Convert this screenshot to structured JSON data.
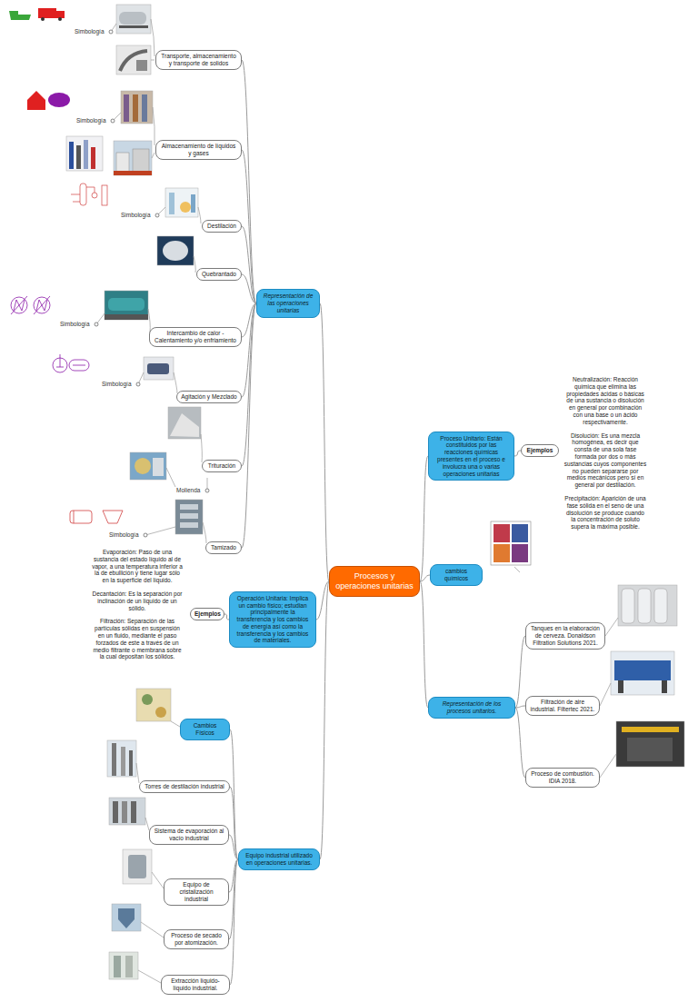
{
  "diagram": {
    "nodes": [
      {
        "text": [
          "Procesos y operaciones unitarias"
        ]
      },
      {
        "text": [
          "Representación de las operaciones unitarias"
        ]
      },
      {
        "text": [
          "Transporte, almacenamiento y transporte de solidos"
        ]
      },
      {
        "text": [
          "Almacenamiento de líquidos y gases"
        ]
      },
      {
        "text": [
          "Destilación"
        ]
      },
      {
        "text": [
          "Quebrantado"
        ]
      },
      {
        "text": [
          "Intercambio de calor - Calentamiento y/o enfriamiento"
        ]
      },
      {
        "text": [
          "Agitación y Mezclado"
        ]
      },
      {
        "text": [
          "Trituración"
        ]
      },
      {
        "text": [
          "Tamizado"
        ]
      },
      {
        "text": [
          "Operación Unitaria: Implica un cambio físico; estudian principalmente la transferencia y los cambios de energía así como la transferencia y los cambios de materiales."
        ]
      },
      {
        "text": [
          "Ejemplos"
        ]
      },
      {
        "text": [
          "Equipo industrial utilizado en operaciones unitarias."
        ]
      },
      {
        "text": [
          "Cambios Físicos"
        ]
      },
      {
        "text": [
          "Torres de destilación industrial"
        ]
      },
      {
        "text": [
          "Sistema de evaporación al vacío industrial"
        ]
      },
      {
        "text": [
          "Equipo de cristalización industrial"
        ]
      },
      {
        "text": [
          "Proceso de secado por atomización."
        ]
      },
      {
        "text": [
          "Extracción líquido-líquido industrial."
        ]
      },
      {
        "text": [
          "Proceso Unitario: Están constituidos por las reacciones químicas presentes en el proceso e involucra una o varias operaciones unitarias"
        ]
      },
      {
        "text": [
          "Ejemplos"
        ]
      },
      {
        "text": [
          "cambios químicos"
        ]
      },
      {
        "text": [
          "Representación de los procesos unitarios."
        ]
      },
      {
        "text": [
          "Tanques en la elaboración de cerveza. Donaldson Filtration Solutions 2021."
        ]
      },
      {
        "text": [
          "Filtración de aire industrial. Filtertec 2021."
        ]
      },
      {
        "text": [
          "Proceso de combustión. IDIA 2018."
        ]
      }
    ],
    "edges": [
      {
        "from": 0,
        "to": 1,
        "arrow": "none"
      },
      {
        "from": 1,
        "to": 2,
        "arrow": "none"
      },
      {
        "from": 1,
        "to": 3,
        "arrow": "none"
      },
      {
        "from": 1,
        "to": 4,
        "arrow": "none"
      },
      {
        "from": 1,
        "to": 5,
        "arrow": "none"
      },
      {
        "from": 1,
        "to": 6,
        "arrow": "none"
      },
      {
        "from": 1,
        "to": 7,
        "arrow": "none"
      },
      {
        "from": 1,
        "to": 8,
        "arrow": "none"
      },
      {
        "from": 1,
        "to": 9,
        "arrow": "none"
      },
      {
        "from": 0,
        "to": 10,
        "arrow": "none"
      },
      {
        "from": 10,
        "to": 11,
        "arrow": "none"
      },
      {
        "from": 0,
        "to": 12,
        "arrow": "none"
      },
      {
        "from": 12,
        "to": 13,
        "arrow": "none"
      },
      {
        "from": 12,
        "to": 14,
        "arrow": "none"
      },
      {
        "from": 12,
        "to": 15,
        "arrow": "none"
      },
      {
        "from": 12,
        "to": 16,
        "arrow": "none"
      },
      {
        "from": 12,
        "to": 17,
        "arrow": "none"
      },
      {
        "from": 12,
        "to": 18,
        "arrow": "none"
      },
      {
        "from": 0,
        "to": 19,
        "arrow": "none"
      },
      {
        "from": 19,
        "to": 20,
        "arrow": "none"
      },
      {
        "from": 0,
        "to": 21,
        "arrow": "none"
      },
      {
        "from": 0,
        "to": 22,
        "arrow": "none"
      },
      {
        "from": 22,
        "to": 23,
        "arrow": "none"
      },
      {
        "from": 22,
        "to": 24,
        "arrow": "none"
      },
      {
        "from": 22,
        "to": 25,
        "arrow": "none"
      }
    ],
    "labels": [
      "Simbología",
      "Simbología",
      "Simbología",
      "Simbología",
      "Simbología",
      "Simbología",
      "Molienda",
      "Evaporación: Paso de una sustancia del estado líquido al de vapor, a una temperatura inferior a la de ebullición y tiene lugar sólo en la superficie del líquido.",
      "Decantación: Es la separación por inclinación de un líquido de un sólido.",
      "Filtración: Separación de las partículas sólidas en suspensión en un fluido, mediante el paso forzados de este a través de un medio filtrante o membrana sobre la cual depositan los sólidos.",
      "Neutralización: Reacción química que elimina las propiedades ácidas o básicas de una sustancia o disolución en general por combinación con una base o un ácido respectivamente.",
      "Disolución: Es una mezcla homogénea, es decir que consta de una sola fase formada por dos o más sustancias cuyos componentes no pueden separarse por medios mecánicos pero sí en general por destilación.",
      "Precipitación: Aparición de una fase sólida en el seno de una disolución se produce cuando la concentración de soluto supera la máxima posible."
    ]
  }
}
